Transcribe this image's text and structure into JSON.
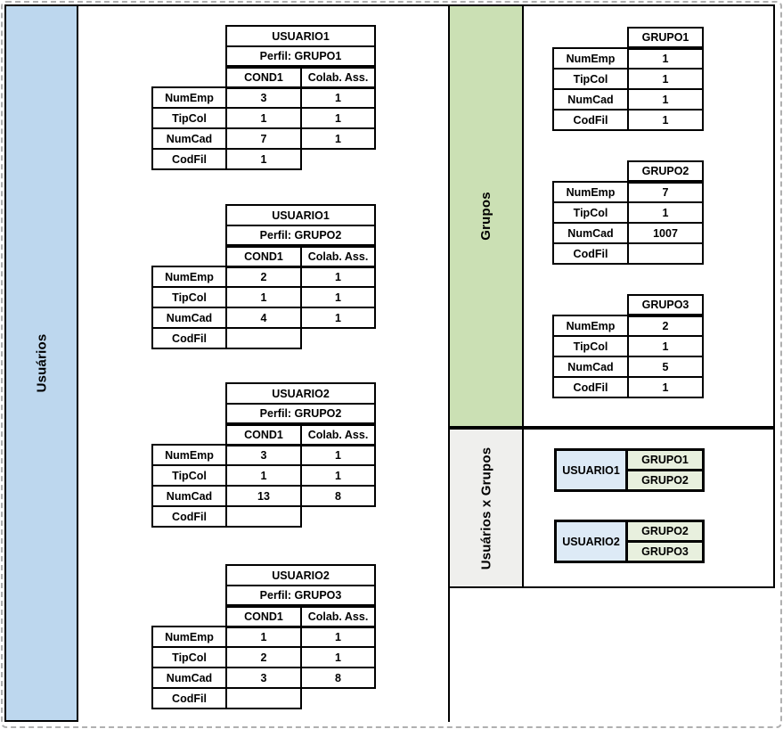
{
  "bands": {
    "usuarios": {
      "label": "Usuários"
    },
    "grupos": {
      "label": "Grupos"
    },
    "usuarios_x_grupos": {
      "label": "Usuários x Grupos"
    }
  },
  "user_tables": [
    {
      "title": "USUARIO1",
      "profile": "Perfil: GRUPO1",
      "col_headers": [
        "COND1",
        "Colab. Ass."
      ],
      "rows": [
        {
          "label": "NumEmp",
          "cond1": "3",
          "colab": "1"
        },
        {
          "label": "TipCol",
          "cond1": "1",
          "colab": "1"
        },
        {
          "label": "NumCad",
          "cond1": "7",
          "colab": "1"
        },
        {
          "label": "CodFil",
          "cond1": "1"
        }
      ]
    },
    {
      "title": "USUARIO1",
      "profile": "Perfil: GRUPO2",
      "col_headers": [
        "COND1",
        "Colab. Ass."
      ],
      "rows": [
        {
          "label": "NumEmp",
          "cond1": "2",
          "colab": "1"
        },
        {
          "label": "TipCol",
          "cond1": "1",
          "colab": "1"
        },
        {
          "label": "NumCad",
          "cond1": "4",
          "colab": "1"
        },
        {
          "label": "CodFil",
          "cond1": ""
        }
      ]
    },
    {
      "title": "USUARIO2",
      "profile": "Perfil: GRUPO2",
      "col_headers": [
        "COND1",
        "Colab. Ass."
      ],
      "rows": [
        {
          "label": "NumEmp",
          "cond1": "3",
          "colab": "1"
        },
        {
          "label": "TipCol",
          "cond1": "1",
          "colab": "1"
        },
        {
          "label": "NumCad",
          "cond1": "13",
          "colab": "8"
        },
        {
          "label": "CodFil",
          "cond1": ""
        }
      ]
    },
    {
      "title": "USUARIO2",
      "profile": "Perfil: GRUPO3",
      "col_headers": [
        "COND1",
        "Colab. Ass."
      ],
      "rows": [
        {
          "label": "NumEmp",
          "cond1": "1",
          "colab": "1"
        },
        {
          "label": "TipCol",
          "cond1": "2",
          "colab": "1"
        },
        {
          "label": "NumCad",
          "cond1": "3",
          "colab": "8"
        },
        {
          "label": "CodFil",
          "cond1": ""
        }
      ]
    }
  ],
  "group_tables": [
    {
      "title": "GRUPO1",
      "rows": [
        {
          "label": "NumEmp",
          "value": "1"
        },
        {
          "label": "TipCol",
          "value": "1"
        },
        {
          "label": "NumCad",
          "value": "1"
        },
        {
          "label": "CodFil",
          "value": "1"
        }
      ]
    },
    {
      "title": "GRUPO2",
      "rows": [
        {
          "label": "NumEmp",
          "value": "7"
        },
        {
          "label": "TipCol",
          "value": "1"
        },
        {
          "label": "NumCad",
          "value": "1007"
        },
        {
          "label": "CodFil",
          "value": ""
        }
      ]
    },
    {
      "title": "GRUPO3",
      "rows": [
        {
          "label": "NumEmp",
          "value": "2"
        },
        {
          "label": "TipCol",
          "value": "1"
        },
        {
          "label": "NumCad",
          "value": "5"
        },
        {
          "label": "CodFil",
          "value": "1"
        }
      ]
    }
  ],
  "mappings": [
    {
      "user": "USUARIO1",
      "groups": [
        "GRUPO1",
        "GRUPO2"
      ]
    },
    {
      "user": "USUARIO2",
      "groups": [
        "GRUPO2",
        "GRUPO3"
      ]
    }
  ],
  "colors": {
    "band_users": "#BDD7EE",
    "band_groups": "#CBE0B4",
    "band_users_x_groups": "#EFEFED",
    "map_user_cell": "#DDEAF6",
    "map_group_cell": "#E8F0DE",
    "border": "#000000"
  }
}
